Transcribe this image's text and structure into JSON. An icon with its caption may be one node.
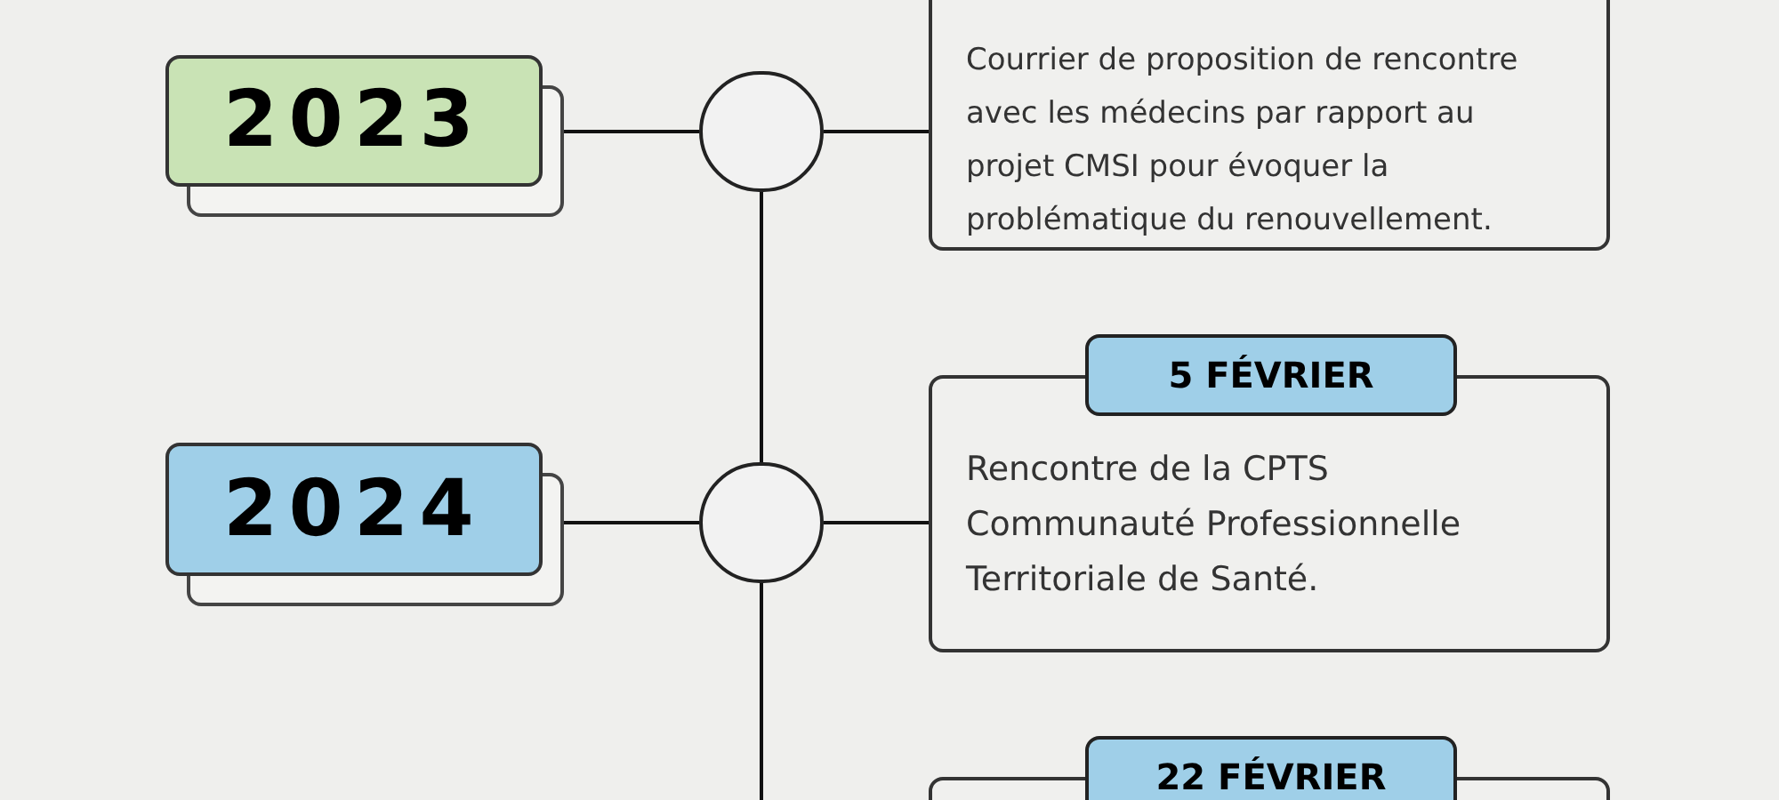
{
  "diagram": {
    "nodes": [
      {
        "text": [
          "2023"
        ]
      },
      {
        "text": [],
        "shape": "circle"
      },
      {
        "text": [
          "Courrier de proposition de rencontre avec les médecins par rapport au projet CMSI pour évoquer la problématique du renouvellement."
        ]
      },
      {
        "text": [
          "2024"
        ]
      },
      {
        "text": [],
        "shape": "circle"
      },
      {
        "text": [
          "5 FÉVRIER",
          "Rencontre de la CPTS Communauté Professionnelle Territoriale de Santé."
        ]
      },
      {
        "text": [
          "22 FÉVRIER"
        ]
      }
    ],
    "edges": [
      {
        "from": 0,
        "to": 1,
        "arrow": "none"
      },
      {
        "from": 1,
        "to": 2,
        "arrow": "none"
      },
      {
        "from": 1,
        "to": 4,
        "arrow": "none"
      },
      {
        "from": 3,
        "to": 4,
        "arrow": "none"
      },
      {
        "from": 4,
        "to": 5,
        "arrow": "none"
      },
      {
        "from": 4,
        "to": null,
        "arrow": "none"
      }
    ]
  }
}
